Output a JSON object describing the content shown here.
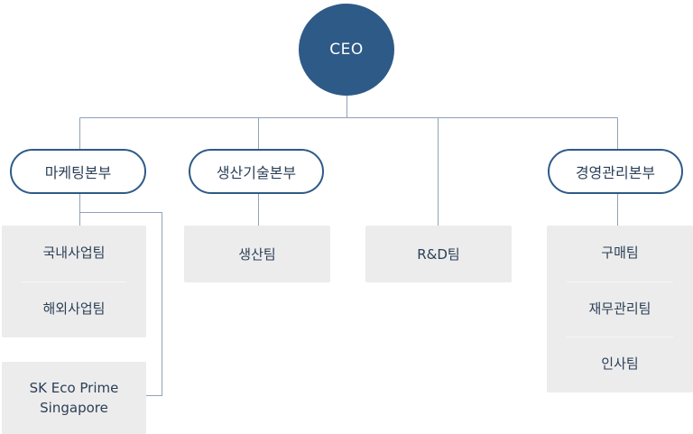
{
  "ceo": "CEO",
  "divisions": [
    {
      "label": "마케팅본부",
      "teams": [
        "국내사업팀",
        "해외사업팀"
      ],
      "subsidiary": "SK Eco Prime Singapore"
    },
    {
      "label": "생산기술본부",
      "teams": [
        "생산팀"
      ]
    },
    {
      "label": null,
      "teams": [
        "R&D팀"
      ]
    },
    {
      "label": "경영관리본부",
      "teams": [
        "구매팀",
        "재무관리팀",
        "인사팀"
      ]
    }
  ],
  "colors": {
    "primary": "#2e5a87",
    "line": "#8ea2b6",
    "panel": "#ececec",
    "text": "#2b3f57"
  }
}
